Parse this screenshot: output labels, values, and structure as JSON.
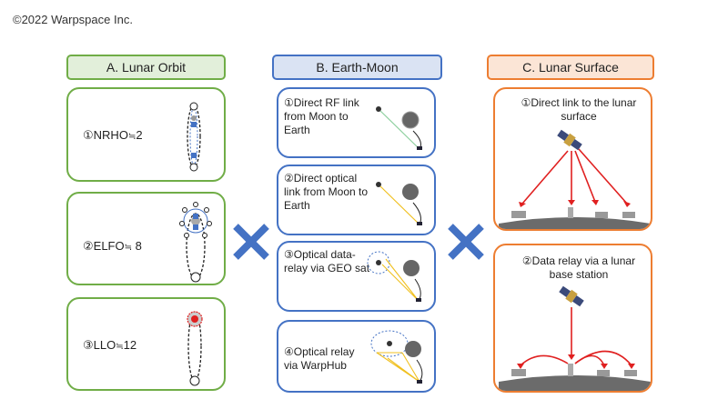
{
  "copyright": "©2022 Warpspace Inc.",
  "columns": {
    "lunar_orbit": {
      "header": "A. Lunar Orbit",
      "items": [
        {
          "label": "①NRHO",
          "count": "2"
        },
        {
          "label": "②ELFO",
          "count": "8"
        },
        {
          "label": "③LLO",
          "count": "12"
        }
      ]
    },
    "earth_moon": {
      "header": "B. Earth-Moon",
      "items": [
        {
          "label": "①Direct RF link from Moon to Earth"
        },
        {
          "label": "②Direct optical link from Moon to Earth"
        },
        {
          "label": "③Optical data-relay via GEO sat"
        },
        {
          "label": "④Optical relay via WarpHub"
        }
      ]
    },
    "lunar_surface": {
      "header": "C. Lunar Surface",
      "items": [
        {
          "label": "①Direct link to the lunar surface"
        },
        {
          "label": "②Data relay via a lunar base station"
        }
      ]
    }
  },
  "multiplier_symbol": "✕",
  "approx_symbol": "≒",
  "colors": {
    "green": "#70ad47",
    "blue": "#4472c4",
    "orange": "#ed7d31",
    "cross": "#4472c4",
    "link_red": "#e02020"
  }
}
